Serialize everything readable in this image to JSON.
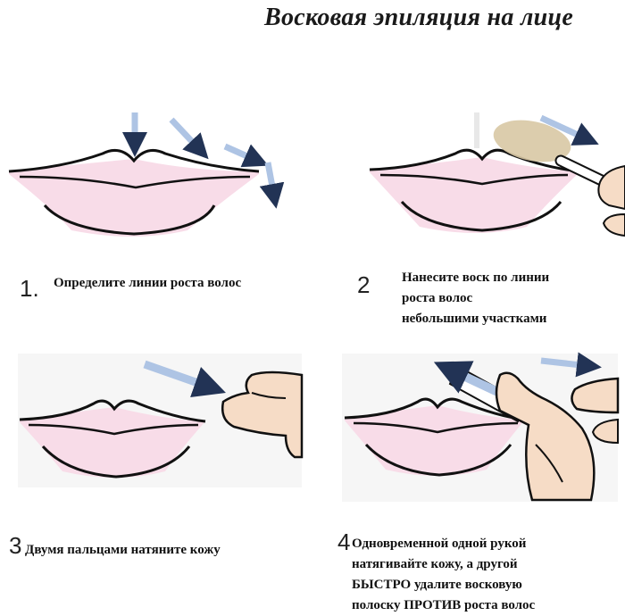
{
  "title": "Восковая эпиляция  на лице",
  "colors": {
    "lip": "#f8dce8",
    "outline": "#111111",
    "arrow_fill": "#aec4e4",
    "arrow_stroke": "#223355",
    "skin": "#f6dcc6",
    "wax": "#d8c8a4",
    "panel_bg": "#f6f6f6"
  },
  "steps": [
    {
      "number": "1.",
      "lines": [
        "Определите линии роста волос"
      ]
    },
    {
      "number": "2",
      "lines": [
        "Нанесите воск по линии",
        "роста волос",
        "небольшими участками"
      ]
    },
    {
      "number": "3",
      "lines": [
        "Двумя пальцами натяните кожу"
      ]
    },
    {
      "number": "4",
      "lines": [
        "Одновременной одной рукой",
        "натягивайте кожу, а другой",
        "БЫСТРО удалите восковую",
        "полоску ПРОТИВ роста волос"
      ]
    }
  ]
}
